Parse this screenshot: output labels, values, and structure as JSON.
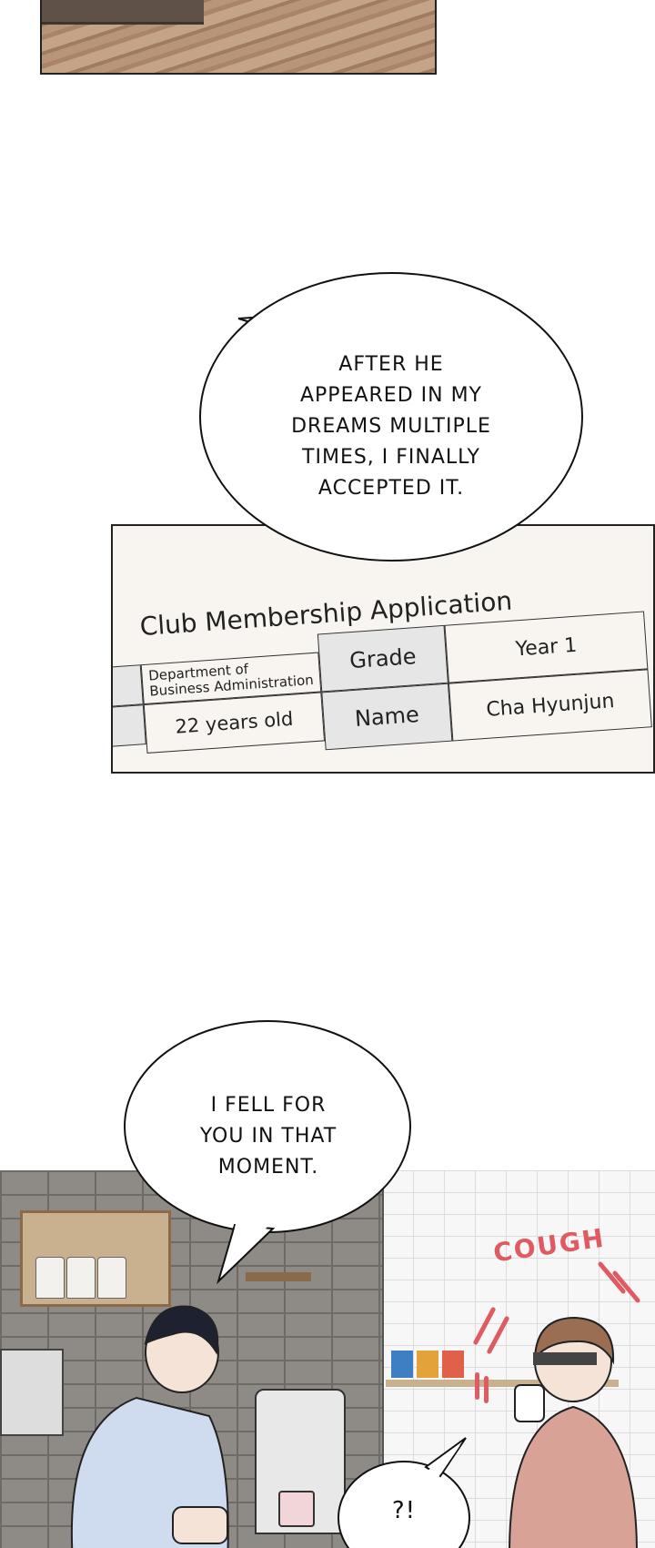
{
  "bubbles": {
    "first": "AFTER HE\nAPPEARED IN MY\nDREAMS MULTIPLE\nTIMES, I FINALLY\nACCEPTED IT.",
    "second": "I FELL FOR\nYOU IN THAT\nMOMENT.",
    "third": "?!"
  },
  "form": {
    "title": "Club Membership Application",
    "grade_label": "Grade",
    "grade_value": "Year 1",
    "department": "Department of\nBusiness Administration",
    "name_label": "Name",
    "name_value": "Cha Hyunjun",
    "age": "22 years old"
  },
  "sfx": {
    "cough": "COUGH"
  },
  "colors": {
    "sfx": "#e05a62",
    "paper": "#f8f5f0",
    "cell_gray": "#e6e6e6"
  }
}
